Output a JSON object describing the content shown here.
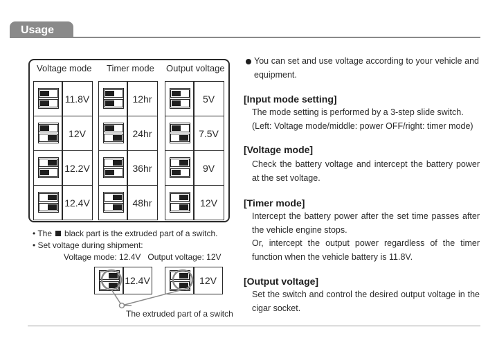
{
  "header": {
    "title": "Usage"
  },
  "table": {
    "columns": [
      {
        "title": "Voltage mode",
        "values": [
          "11.8V",
          "12V",
          "12.2V",
          "12.4V"
        ]
      },
      {
        "title": "Timer mode",
        "values": [
          "12hr",
          "24hr",
          "36hr",
          "48hr"
        ]
      },
      {
        "title": "Output voltage",
        "values": [
          "5V",
          "7.5V",
          "9V",
          "12V"
        ]
      }
    ]
  },
  "notes": {
    "black_part_prefix": "The",
    "black_part_suffix": "black part is the extruded part of a switch.",
    "shipment_heading": "Set voltage during shipment:",
    "shipment_values": "Voltage mode: 12.4V   Output voltage: 12V",
    "example_left_value": "12.4V",
    "example_right_value": "12V",
    "callout": "The extruded part of a switch"
  },
  "right": {
    "intro": "You can set and use voltage according to your vehicle and equipment.",
    "sections": [
      {
        "title": "[Input mode setting]",
        "lines": [
          "The mode setting is performed by a 3-step slide switch.",
          "(Left: Voltage mode/middle: power OFF/right: timer mode)"
        ]
      },
      {
        "title": "[Voltage mode]",
        "text": "Check the battery voltage and intercept the battery power at the set voltage."
      },
      {
        "title": "[Timer mode]",
        "text": "Intercept the battery power after the set time passes after the vehicle engine stops.",
        "text2": "Or, intercept the output power regardless of the timer function when the vehicle battery is 11.8V."
      },
      {
        "title": "[Output voltage]",
        "text": "Set the switch and control the desired output voltage in the cigar socket."
      }
    ]
  }
}
